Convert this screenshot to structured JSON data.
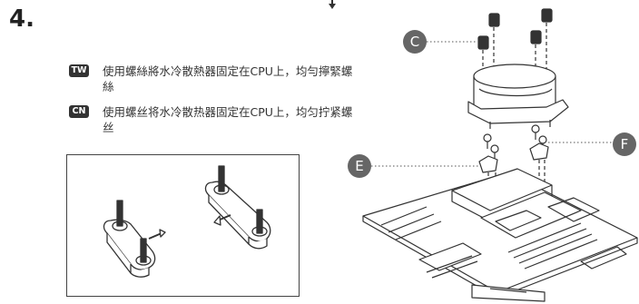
{
  "step": {
    "number": "4."
  },
  "instructions": [
    {
      "lang": "TW",
      "text": "使用螺絲將水冷散熱器固定在CPU上，均勻擰緊螺絲"
    },
    {
      "lang": "CN",
      "text": "使用螺丝将水冷散热器固定在CPU上，均匀拧紧螺丝"
    }
  ],
  "callouts": {
    "c": "C",
    "e": "E",
    "f": "F"
  },
  "colors": {
    "ink": "#333333",
    "callout": "#666666",
    "outline": "#444444"
  }
}
